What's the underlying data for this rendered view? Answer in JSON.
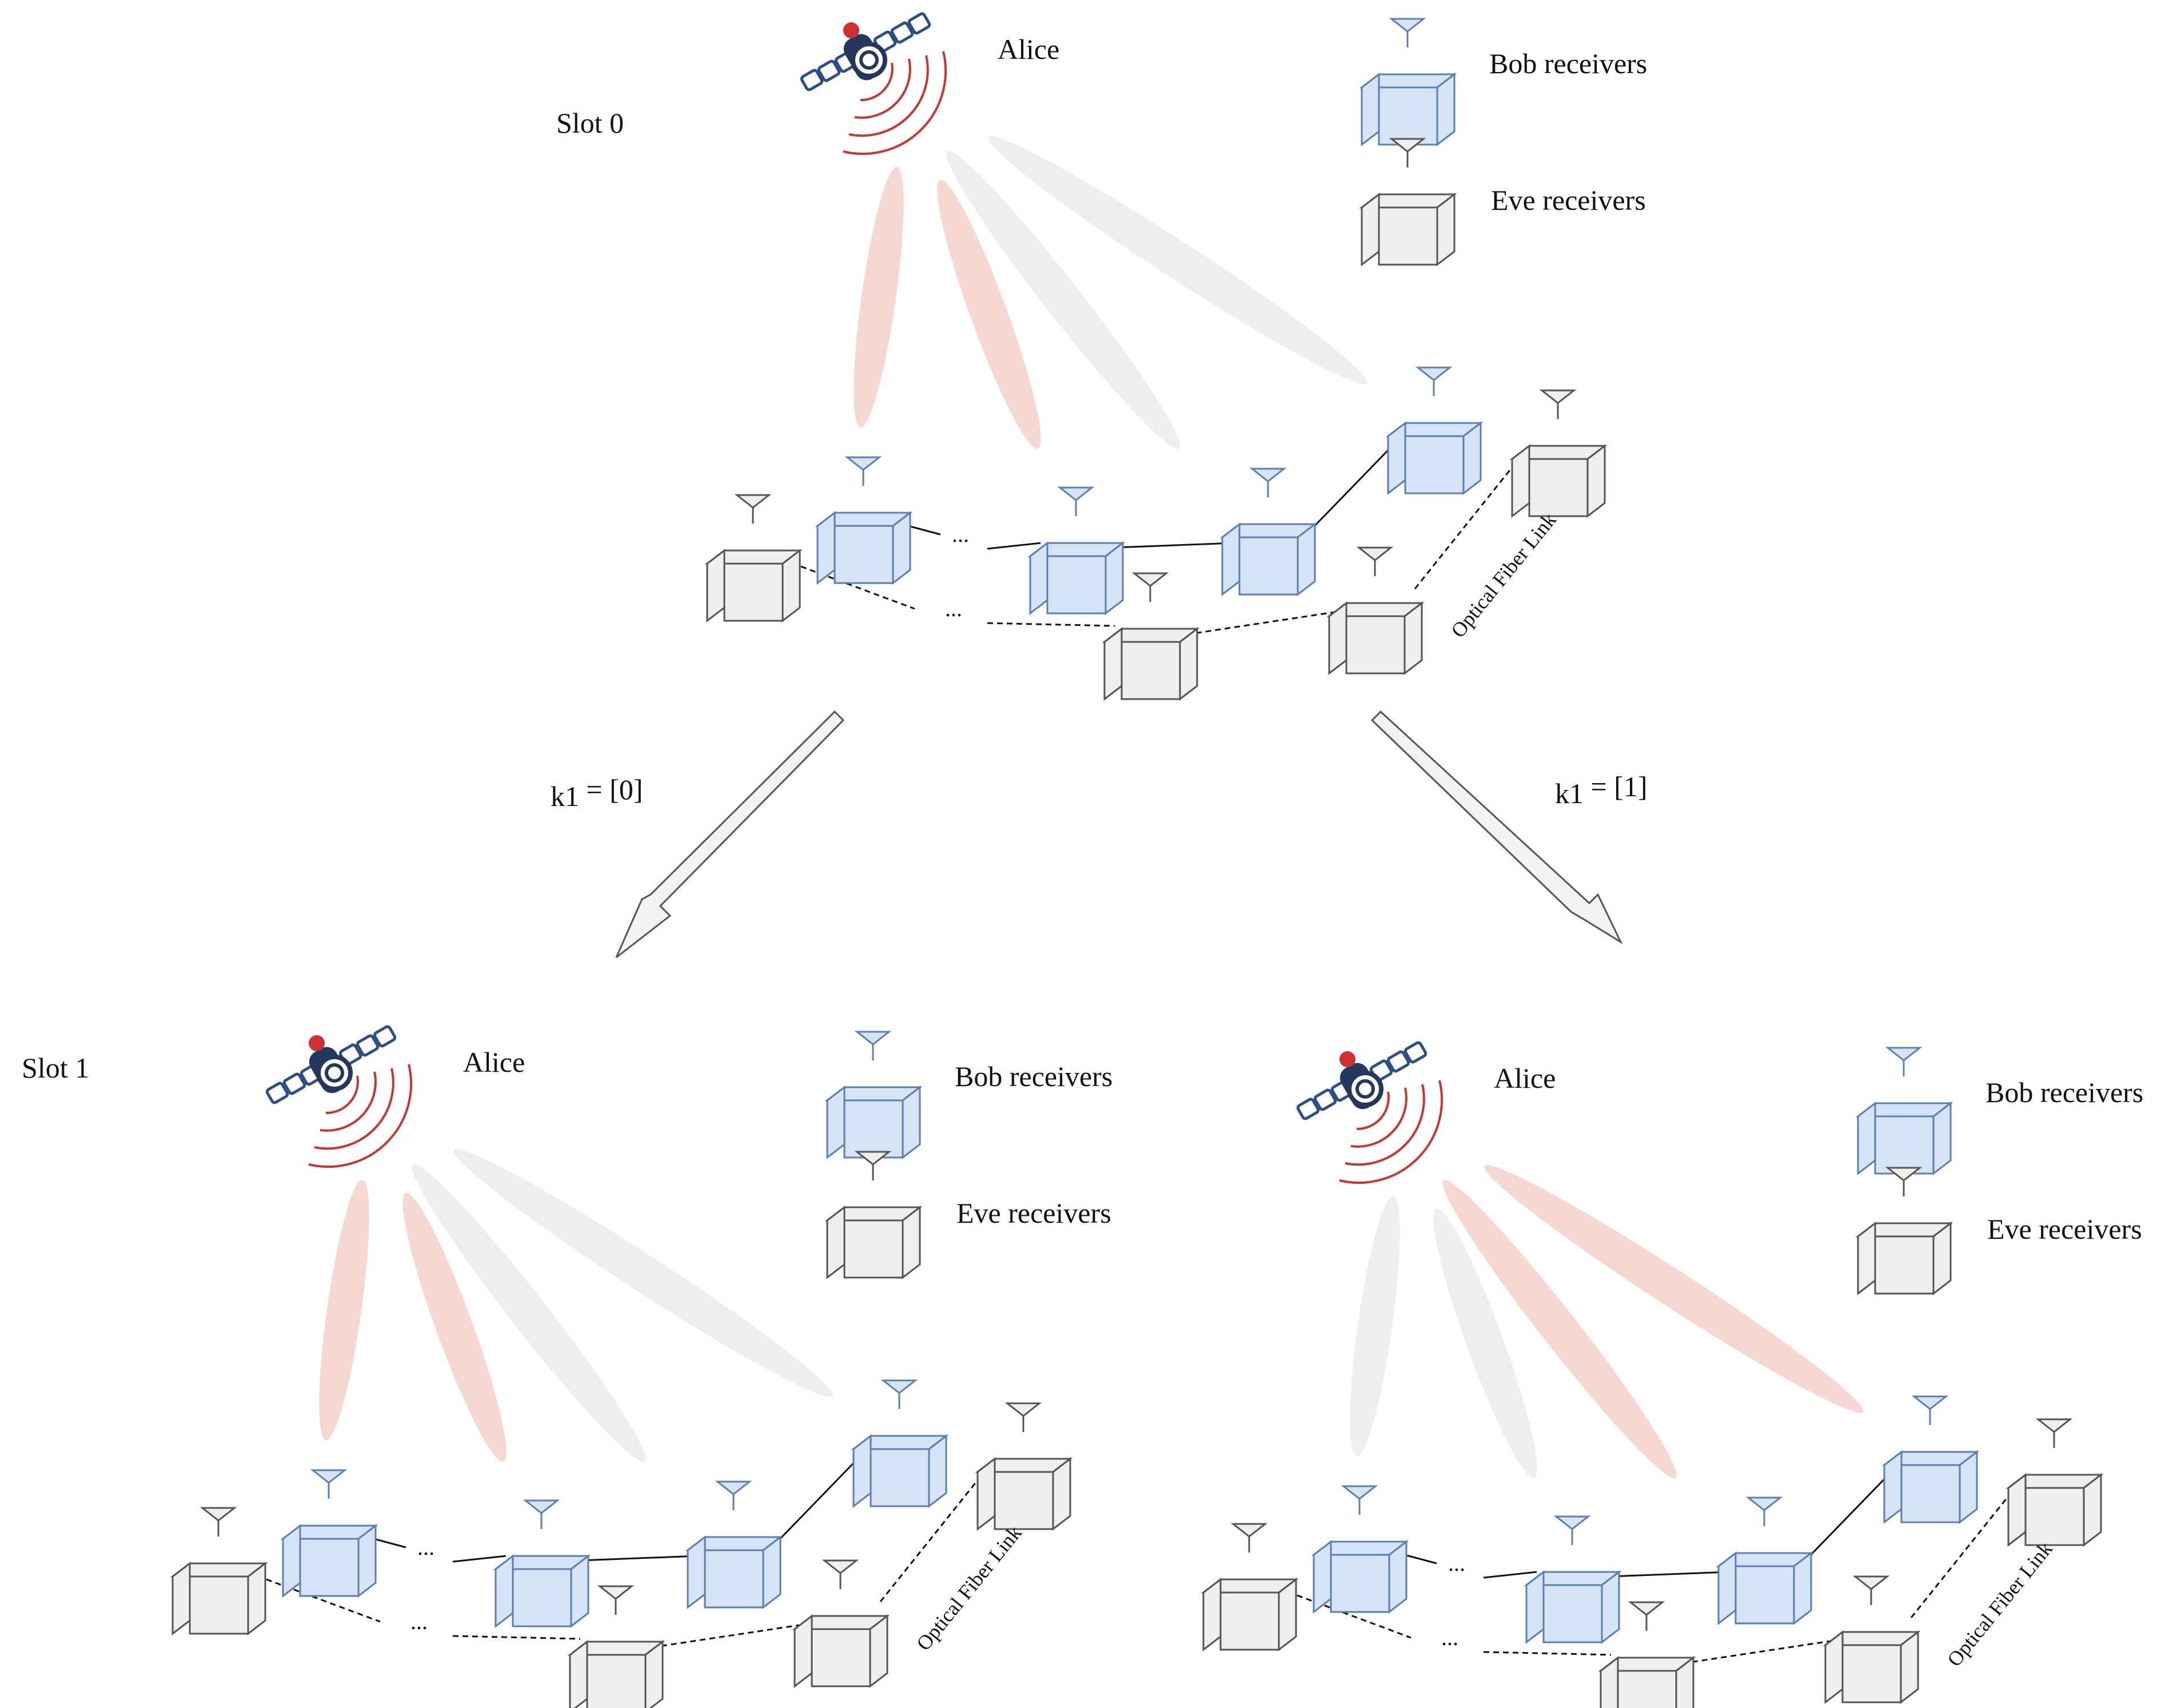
{
  "colors": {
    "bob_fill": "#d5e4f7",
    "bob_stroke": "#5b7fb0",
    "eve_fill": "#efefef",
    "eve_stroke": "#555555",
    "beam_active": "#f5d8d2",
    "beam_inactive": "#eeeeee",
    "signal_arcs": "#cc3333",
    "satellite_body": "#23375f",
    "satellite_cap": "#cc3030",
    "arrow_fill": "#f3f3f3",
    "arrow_stroke": "#555555"
  },
  "icons": {
    "satellite": "satellite-icon",
    "bob": "bob-receiver-icon",
    "eve": "eve-receiver-icon",
    "transition_arrow": "arrow-down-icon"
  },
  "panels": {
    "top": {
      "slot_label": "Slot 0",
      "alice_label": "Alice",
      "legend_bob": "Bob receivers",
      "legend_eve": "Eve receivers",
      "fiber_label": "Optical Fiber Link",
      "ellipsis": "...",
      "beam_states": [
        "active",
        "active",
        "inactive",
        "inactive"
      ]
    },
    "left": {
      "slot_label": "Slot 1",
      "alice_label": "Alice",
      "legend_bob": "Bob receivers",
      "legend_eve": "Eve receivers",
      "fiber_label": "Optical Fiber Link",
      "ellipsis": "...",
      "beam_states": [
        "active",
        "active",
        "inactive",
        "inactive"
      ]
    },
    "right": {
      "slot_label": "",
      "alice_label": "Alice",
      "legend_bob": "Bob receivers",
      "legend_eve": "Eve receivers",
      "fiber_label": "Optical Fiber Link",
      "ellipsis": "...",
      "beam_states": [
        "inactive",
        "inactive",
        "active",
        "active"
      ]
    }
  },
  "transitions": {
    "left": {
      "var": "k1",
      "value": " = [0]"
    },
    "right": {
      "var": "k1",
      "value": " = [1]"
    }
  }
}
